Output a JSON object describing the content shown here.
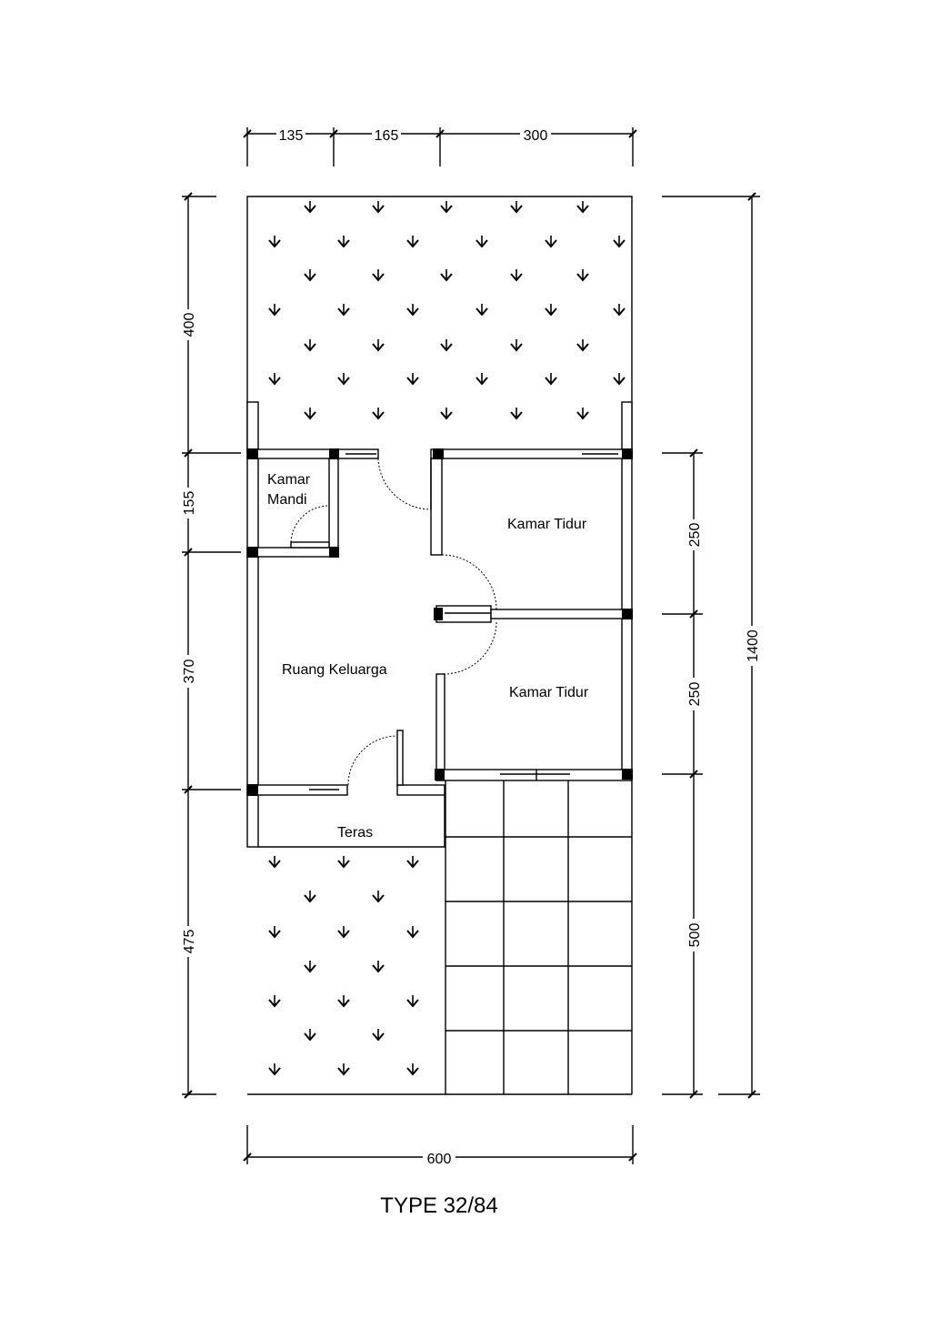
{
  "dimensions": {
    "top": [
      "135",
      "165",
      "300"
    ],
    "left": [
      "400",
      "155",
      "370",
      "475"
    ],
    "right_inner": [
      "250",
      "250",
      "500"
    ],
    "right_outer": "1400",
    "bottom": "600"
  },
  "rooms": {
    "bathroom_line1": "Kamar",
    "bathroom_line2": "Mandi",
    "bedroom_1": "Kamar Tidur",
    "bedroom_2": "Kamar Tidur",
    "family_room": "Ruang Keluarga",
    "terrace": "Teras"
  },
  "title": "TYPE 32/84"
}
